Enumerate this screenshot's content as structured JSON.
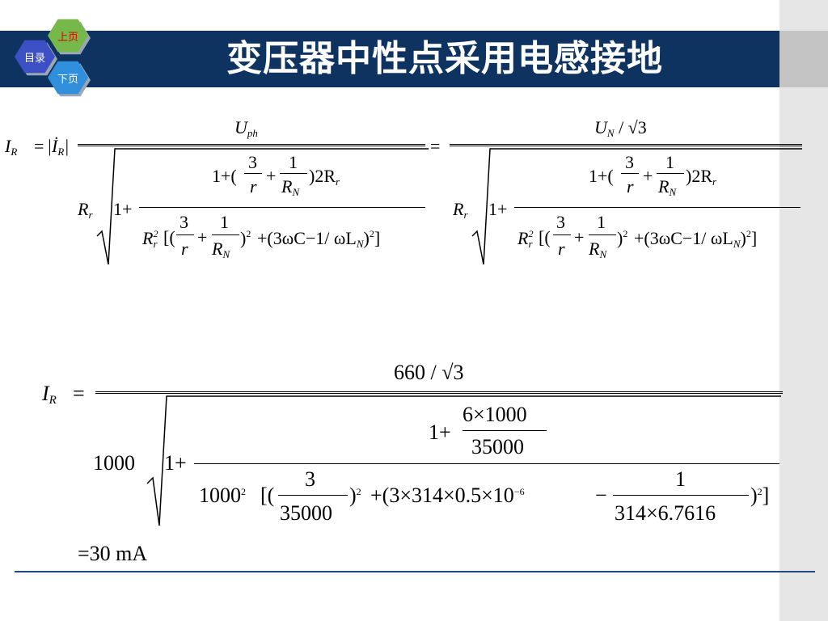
{
  "title": "变压器中性点采用电感接地",
  "nav": {
    "toc": "目录",
    "prev": "上页",
    "next": "下页"
  },
  "colors": {
    "title_bar": "#0e3360",
    "rail": "#e6e6e6",
    "rule": "#1f4a80"
  },
  "formula1": {
    "lhs": "I",
    "lhs_sub": "R",
    "abs": "|İ",
    "abs_sub": "R",
    "abs_close": "|",
    "num_left": "U",
    "num_left_sub": "ph",
    "num_right": "U",
    "num_right_sub": "N",
    "num_right_tail": "/ √3",
    "eq": "=",
    "Rr": "R",
    "Rr_sub": "r",
    "one_plus": "1+",
    "inner_num_a": "1+(",
    "three": "3",
    "r": "r",
    "plus": "+",
    "one": "1",
    "RN": "R",
    "RN_sub": "N",
    "close_2Rr": ")2R",
    "sq": "2",
    "den_open": "[(",
    "den_close": ")",
    "den_mid": "+(3ωC−1/ ωL",
    "den_end": ")",
    "den_bracket": "]"
  },
  "formula2": {
    "lhs": "I",
    "lhs_sub": "R",
    "eq": "=",
    "num": "660 / √3",
    "coef": "1000",
    "one_plus": "1+",
    "inner_num_a": "1+",
    "inner_frac_num": "6×1000",
    "inner_frac_den": "35000",
    "den_base": "1000",
    "den_sq": "2",
    "den_open": "[(",
    "f3_num": "3",
    "f3_den": "35000",
    "den_mid": ")",
    "den_mid2": "+(3×314×0.5×10",
    "exp_neg6": "−6",
    "minus": "−",
    "f4_num": "1",
    "f4_den": "314×6.7616",
    "den_close": ")",
    "den_bracket": "]",
    "result": "=30 mA"
  }
}
